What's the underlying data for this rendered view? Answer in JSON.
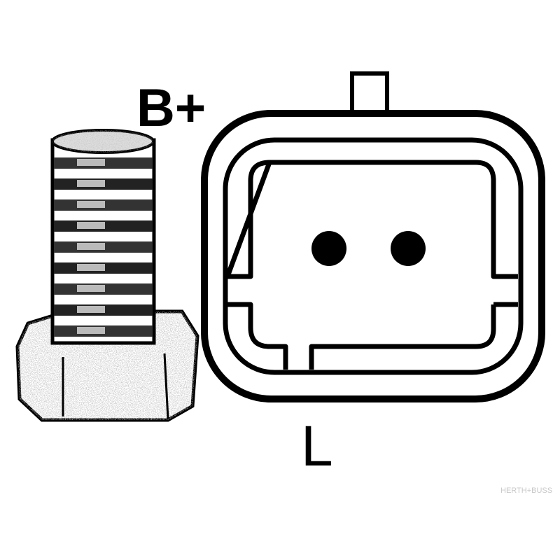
{
  "labels": {
    "battery_terminal": "B+",
    "lamp_terminal": "L"
  },
  "watermark": "HERTH+BUSS",
  "colors": {
    "ink": "#000000",
    "background": "#ffffff"
  }
}
